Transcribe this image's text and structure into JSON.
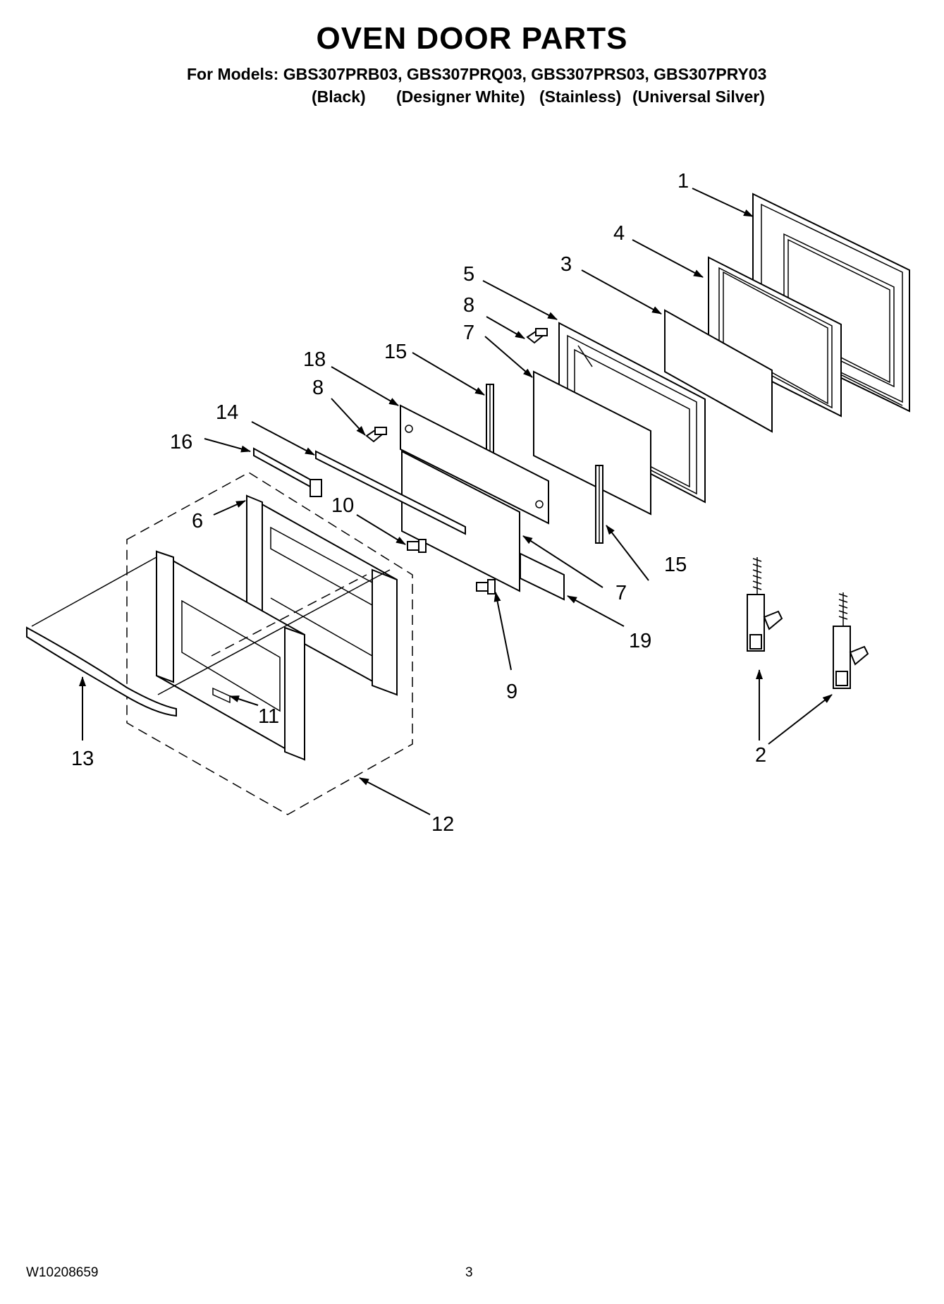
{
  "title": "OVEN DOOR PARTS",
  "models_line": "For Models: GBS307PRB03, GBS307PRQ03, GBS307PRS03, GBS307PRY03",
  "variants": [
    "(Black)",
    "(Designer White)",
    "(Stainless)",
    "(Universal Silver)"
  ],
  "callouts": [
    "1",
    "2",
    "3",
    "4",
    "5",
    "6",
    "7",
    "8",
    "9",
    "10",
    "11",
    "12",
    "13",
    "14",
    "15",
    "16",
    "18",
    "19"
  ],
  "doc_number": "W10208659",
  "page_number": "3"
}
